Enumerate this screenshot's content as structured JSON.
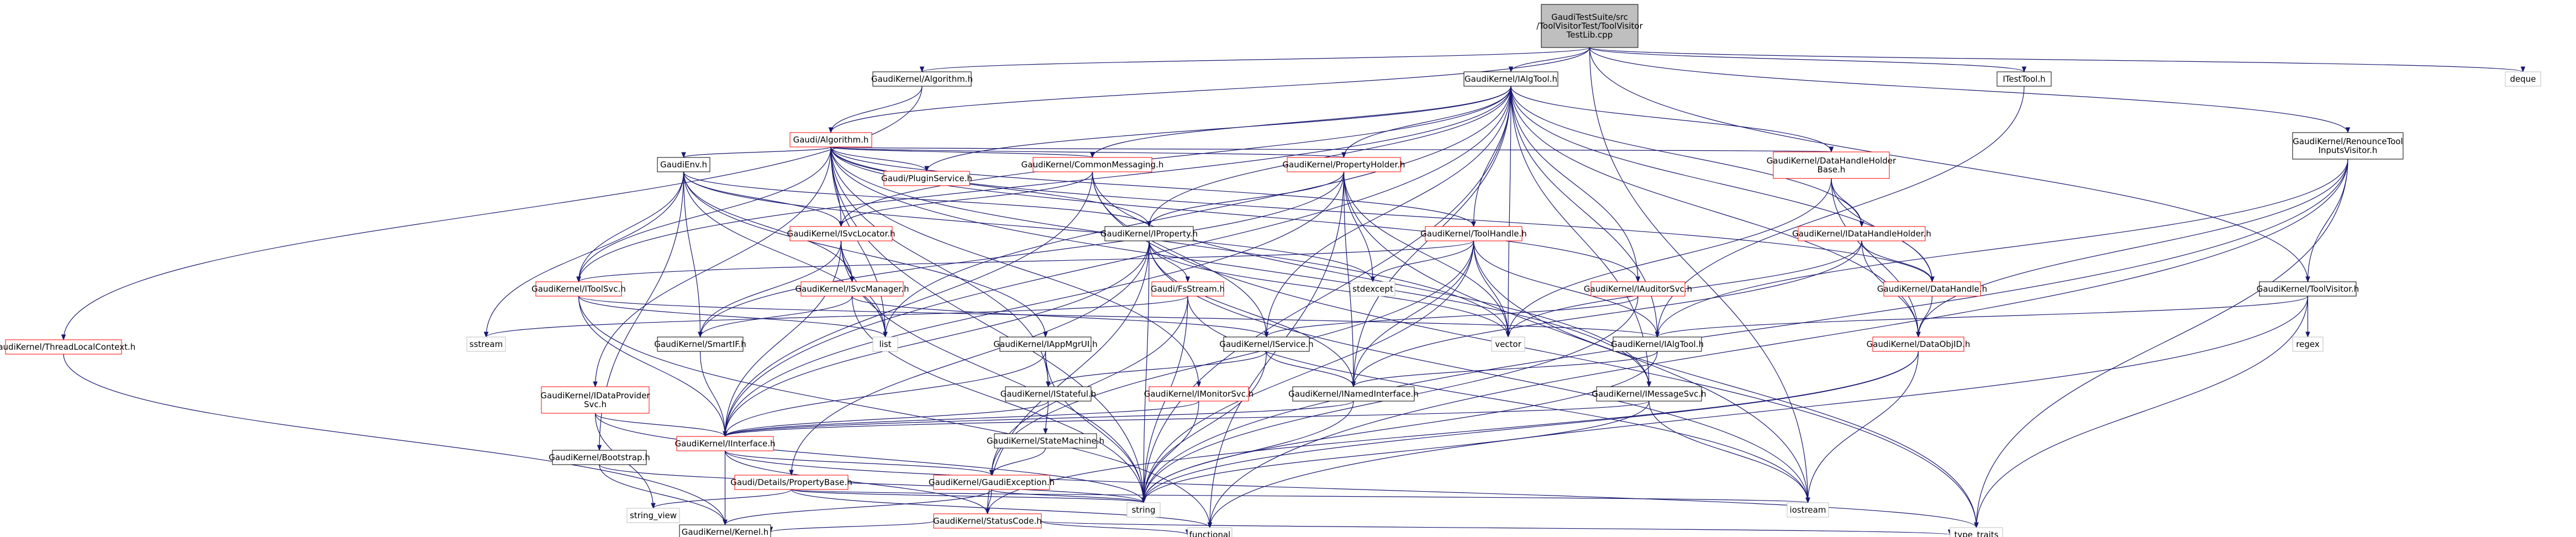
{
  "graph": {
    "colors": {
      "edge": "#191970",
      "node_border": "#000000",
      "node_border_red": "#ff0000",
      "node_fill": "#ffffff",
      "root_fill": "#bfbfbf",
      "plain_border": "#bfbfbf"
    },
    "nodes": [
      {
        "id": "root",
        "label": "GaudiTestSuite/src\n/ToolVisitorTest/ToolVisitor\nTestLib.cpp",
        "style": "root"
      },
      {
        "id": "algorithm",
        "label": "GaudiKernel/Algorithm.h",
        "style": "black"
      },
      {
        "id": "ialgtool",
        "label": "GaudiKernel/IAlgTool.h",
        "style": "black"
      },
      {
        "id": "itesttool",
        "label": "ITestTool.h",
        "style": "black"
      },
      {
        "id": "rtiv",
        "label": "GaudiKernel/RenounceTool\nInputsVisitor.h",
        "style": "black"
      },
      {
        "id": "deque",
        "label": "deque",
        "style": "plain"
      },
      {
        "id": "galgorithm",
        "label": "Gaudi/Algorithm.h",
        "style": "red"
      },
      {
        "id": "threadlocal",
        "label": "GaudiKernel/ThreadLocalContext.h",
        "style": "red"
      },
      {
        "id": "gaudienv",
        "label": "GaudiEnv.h",
        "style": "black"
      },
      {
        "id": "pluginsvc",
        "label": "Gaudi/PluginService.h",
        "style": "red"
      },
      {
        "id": "commonmsg",
        "label": "GaudiKernel/CommonMessaging.h",
        "style": "red"
      },
      {
        "id": "propholder",
        "label": "GaudiKernel/PropertyHolder.h",
        "style": "red"
      },
      {
        "id": "dhhbase",
        "label": "GaudiKernel/DataHandleHolder\nBase.h",
        "style": "red"
      },
      {
        "id": "isvclocator",
        "label": "GaudiKernel/ISvcLocator.h",
        "style": "red"
      },
      {
        "id": "iproperty",
        "label": "GaudiKernel/IProperty.h",
        "style": "black"
      },
      {
        "id": "toolhandle",
        "label": "GaudiKernel/ToolHandle.h",
        "style": "red"
      },
      {
        "id": "idhholder",
        "label": "GaudiKernel/IDataHandleHolder.h",
        "style": "red"
      },
      {
        "id": "toolsvc",
        "label": "GaudiKernel/IToolSvc.h",
        "style": "red"
      },
      {
        "id": "isvcmanager",
        "label": "GaudiKernel/ISvcManager.h",
        "style": "red"
      },
      {
        "id": "ftostream",
        "label": "Gaudi/FsStream.h",
        "style": "red"
      },
      {
        "id": "iauditorsvc",
        "label": "GaudiKernel/IAuditorSvc.h",
        "style": "red"
      },
      {
        "id": "stdexcept",
        "label": "stdexcept",
        "style": "plain"
      },
      {
        "id": "datahandle",
        "label": "GaudiKernel/DataHandle.h",
        "style": "red"
      },
      {
        "id": "toolvisitor",
        "label": "GaudiKernel/ToolVisitor.h",
        "style": "black"
      },
      {
        "id": "sstream",
        "label": "sstream",
        "style": "plain"
      },
      {
        "id": "ismartif",
        "label": "GaudiKernel/SmartIF.h",
        "style": "black"
      },
      {
        "id": "list",
        "label": "list",
        "style": "plain"
      },
      {
        "id": "iappmgrui",
        "label": "GaudiKernel/IAppMgrUI.h",
        "style": "black"
      },
      {
        "id": "iservice",
        "label": "GaudiKernel/IService.h",
        "style": "black"
      },
      {
        "id": "vector",
        "label": "vector",
        "style": "plain"
      },
      {
        "id": "ialgtool2",
        "label": "GaudiKernel/IAlgTool.h",
        "style": "black"
      },
      {
        "id": "dataobjid",
        "label": "GaudiKernel/DataObjID.h",
        "style": "red"
      },
      {
        "id": "regex",
        "label": "regex",
        "style": "plain"
      },
      {
        "id": "idataprovider",
        "label": "GaudiKernel/IDataProvider\nSvc.h",
        "style": "red"
      },
      {
        "id": "istateful",
        "label": "GaudiKernel/IStateful.h",
        "style": "black"
      },
      {
        "id": "imonitorsvc",
        "label": "GaudiKernel/IMonitorSvc.h",
        "style": "red"
      },
      {
        "id": "inamedinterface",
        "label": "GaudiKernel/INamedInterface.h",
        "style": "black"
      },
      {
        "id": "imessagesvc",
        "label": "GaudiKernel/IMessageSvc.h",
        "style": "black"
      },
      {
        "id": "iinterface",
        "label": "GaudiKernel/IInterface.h",
        "style": "red"
      },
      {
        "id": "statemachine",
        "label": "GaudiKernel/StateMachine.h",
        "style": "black"
      },
      {
        "id": "bootstrap",
        "label": "GaudiKernel/Bootstrap.h",
        "style": "black"
      },
      {
        "id": "propertybase",
        "label": "Gaudi/Details/PropertyBase.h",
        "style": "red"
      },
      {
        "id": "gaudiexception",
        "label": "GaudiKernel/GaudiException.h",
        "style": "red"
      },
      {
        "id": "string_view",
        "label": "string_view",
        "style": "plain"
      },
      {
        "id": "string",
        "label": "string",
        "style": "plain"
      },
      {
        "id": "iostream",
        "label": "iostream",
        "style": "plain"
      },
      {
        "id": "statuscode",
        "label": "GaudiKernel/StatusCode.h",
        "style": "red"
      },
      {
        "id": "kernel",
        "label": "GaudiKernel/Kernel.h",
        "style": "black"
      },
      {
        "id": "functional",
        "label": "functional",
        "style": "plain"
      },
      {
        "id": "type_traits",
        "label": "type_traits",
        "style": "plain"
      }
    ]
  }
}
